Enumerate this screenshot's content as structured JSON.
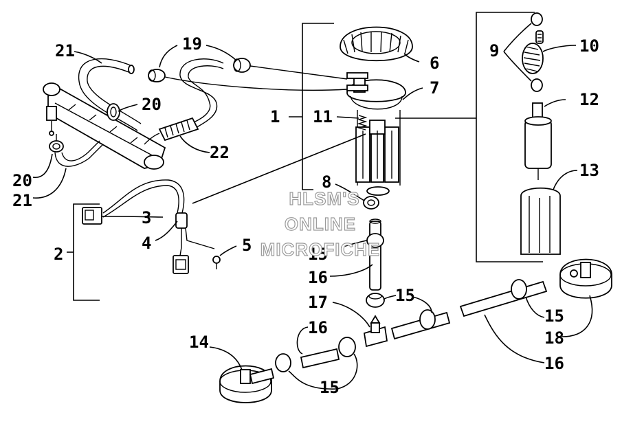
{
  "callouts": [
    "1",
    "2",
    "3",
    "4",
    "5",
    "6",
    "7",
    "8",
    "9",
    "10",
    "11",
    "12",
    "13",
    "14",
    "15",
    "15",
    "15",
    "15",
    "15",
    "16",
    "16",
    "16",
    "17",
    "18",
    "19",
    "20",
    "20",
    "21",
    "21",
    "22"
  ],
  "watermark": [
    "HLSM'S",
    "ONLINE",
    "MICROFICHE"
  ]
}
